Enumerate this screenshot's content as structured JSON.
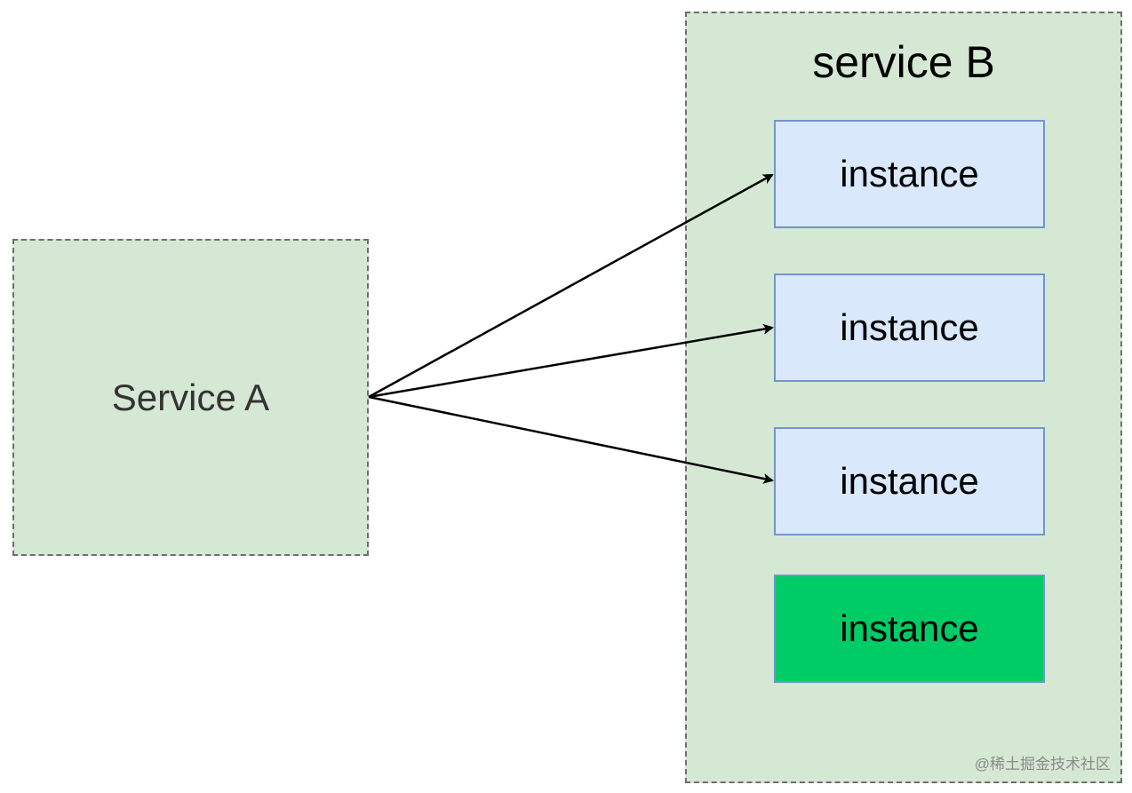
{
  "colors": {
    "group_fill": "#d5e8d4",
    "group_border": "#6e6e6e",
    "instance_fill": "#dae8fc",
    "instance_border": "#7195cf",
    "highlight_fill": "#00cc66",
    "arrow": "#000000"
  },
  "service_a": {
    "label": "Service A"
  },
  "service_b": {
    "title": "service B",
    "instances": [
      {
        "label": "instance",
        "state": "normal"
      },
      {
        "label": "instance",
        "state": "normal"
      },
      {
        "label": "instance",
        "state": "normal"
      },
      {
        "label": "instance",
        "state": "highlighted"
      }
    ]
  },
  "connections": [
    {
      "from": "Service A",
      "to_instance": 1
    },
    {
      "from": "Service A",
      "to_instance": 2
    },
    {
      "from": "Service A",
      "to_instance": 3
    }
  ],
  "watermark": "@稀土掘金技术社区"
}
